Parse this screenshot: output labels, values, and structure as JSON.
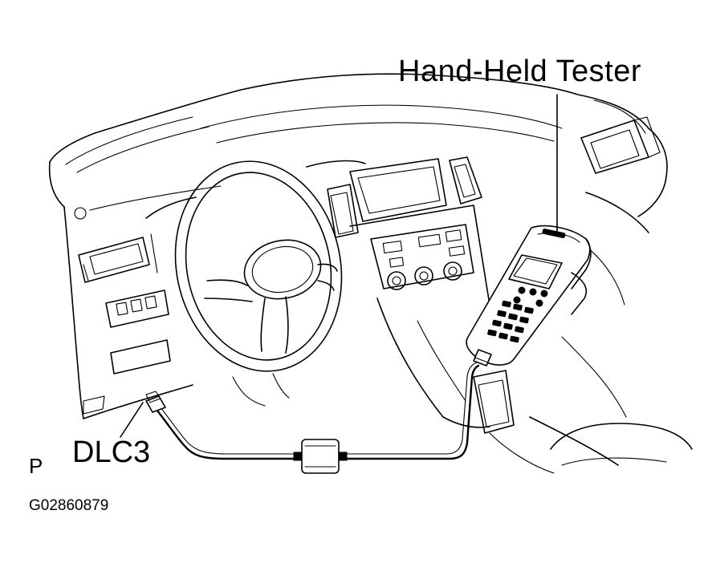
{
  "labels": {
    "tester": "Hand-Held  Tester",
    "connector": "DLC3",
    "corner_letter": "P",
    "figure_id": "G02860879"
  },
  "colors": {
    "line": "#000000",
    "background": "#ffffff"
  }
}
